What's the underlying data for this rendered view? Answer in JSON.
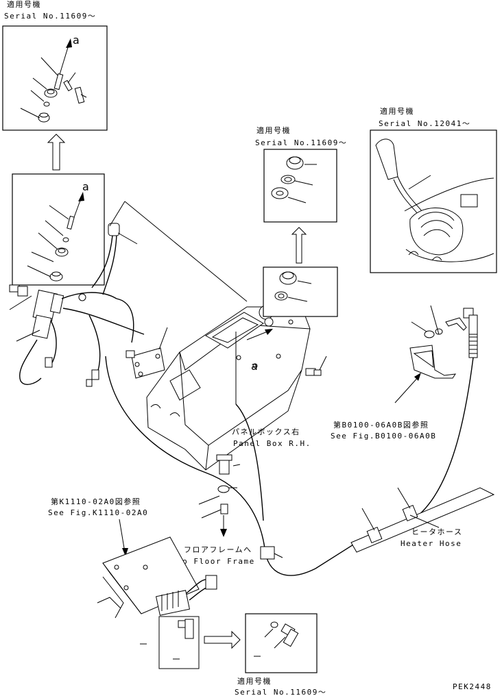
{
  "labels": {
    "serial_top_jp": "適用号機",
    "serial_top_en": "Serial No.11609～",
    "serial_mid_jp": "適用号機",
    "serial_mid_en": "Serial No.11609～",
    "serial_right_jp": "適用号機",
    "serial_right_en": "Serial No.12041～",
    "serial_bottom_jp": "適用号機",
    "serial_bottom_en": "Serial No.11609～",
    "ref_b0100_jp": "第B0100-06A0B図参照",
    "ref_b0100_en": "See Fig.B0100-06A0B",
    "panel_box_jp": "パネルボックス右",
    "panel_box_en": "Panel Box R.H.",
    "ref_k1110_jp": "第K1110-02A0図参照",
    "ref_k1110_en": "See Fig.K1110-02A0",
    "floor_frame_jp": "フロアフレームへ",
    "floor_frame_en": "To Floor Frame",
    "heater_hose_jp": "ヒータホース",
    "heater_hose_en": "Heater Hose",
    "callout_a_top": "a",
    "callout_a_mid": "a",
    "callout_a_panel": "a",
    "doc_code": "PEK2448"
  }
}
